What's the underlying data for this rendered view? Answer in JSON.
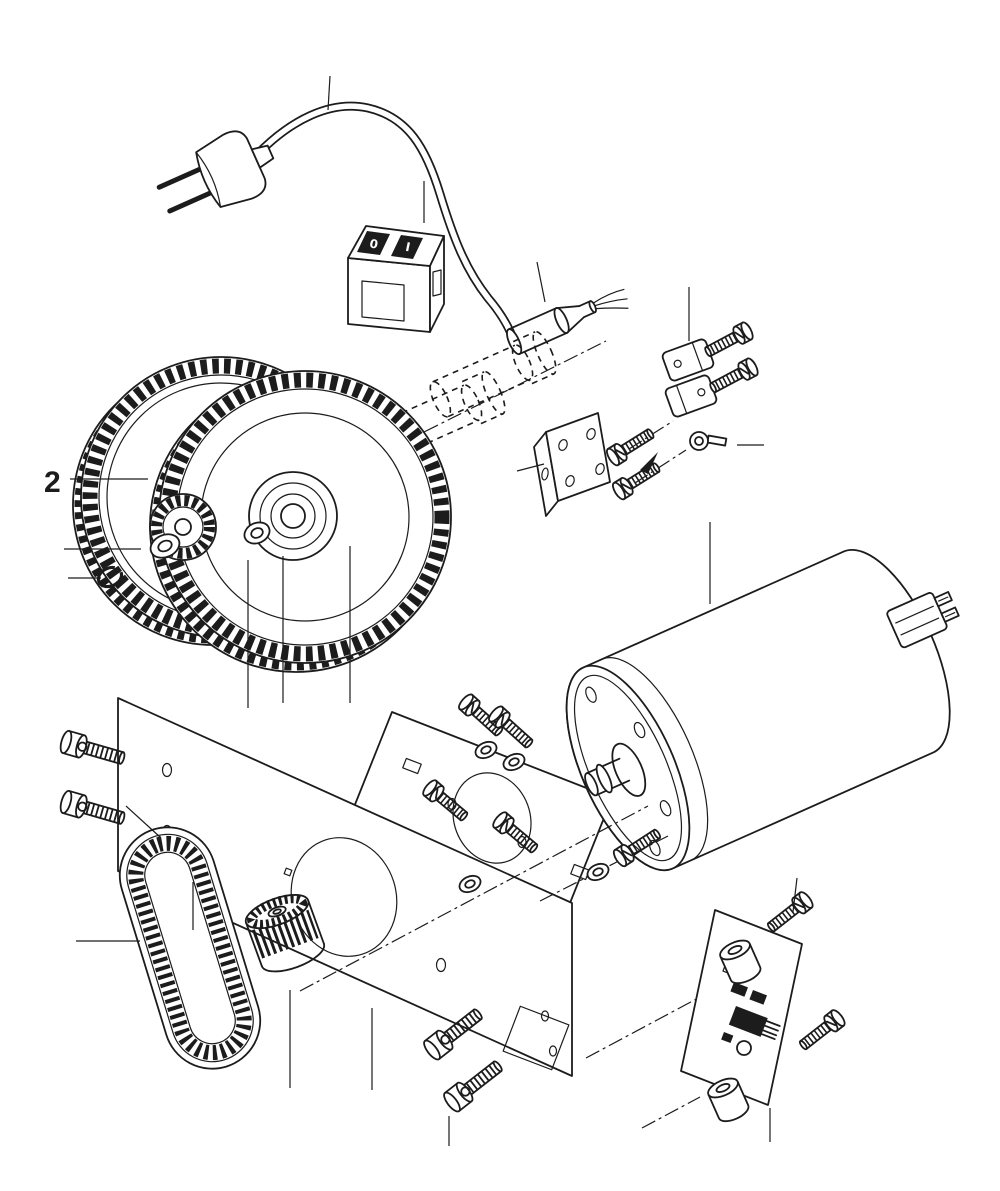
{
  "figure": {
    "kind": "exploded-parts-diagram",
    "colors": {
      "ink": "#1c1c1c",
      "paper": "#ffffff"
    },
    "callout": {
      "label": "2"
    },
    "switch": {
      "off_symbol": "0",
      "on_symbol": "I"
    },
    "parts": [
      "power-plug",
      "power-cable",
      "rocker-switch",
      "cord-end-ferrule",
      "phantom-cylinders",
      "cable-clamp-blocks",
      "clamp-screws",
      "mounting-bracket",
      "bracket-screws",
      "ring-terminal",
      "large-gear-rear",
      "large-gear-front",
      "pinion-gear",
      "gear-hub",
      "thrust-washer",
      "retaining-ring",
      "dc-motor",
      "motor-shaft",
      "motor-terminal-block",
      "motor-mount-plate",
      "base-plate",
      "timing-belt",
      "timing-pulley",
      "socket-head-screws",
      "pan-head-screws",
      "flat-washers",
      "circuit-board",
      "spacer-standoffs",
      "leader-lines",
      "center-lines"
    ]
  }
}
